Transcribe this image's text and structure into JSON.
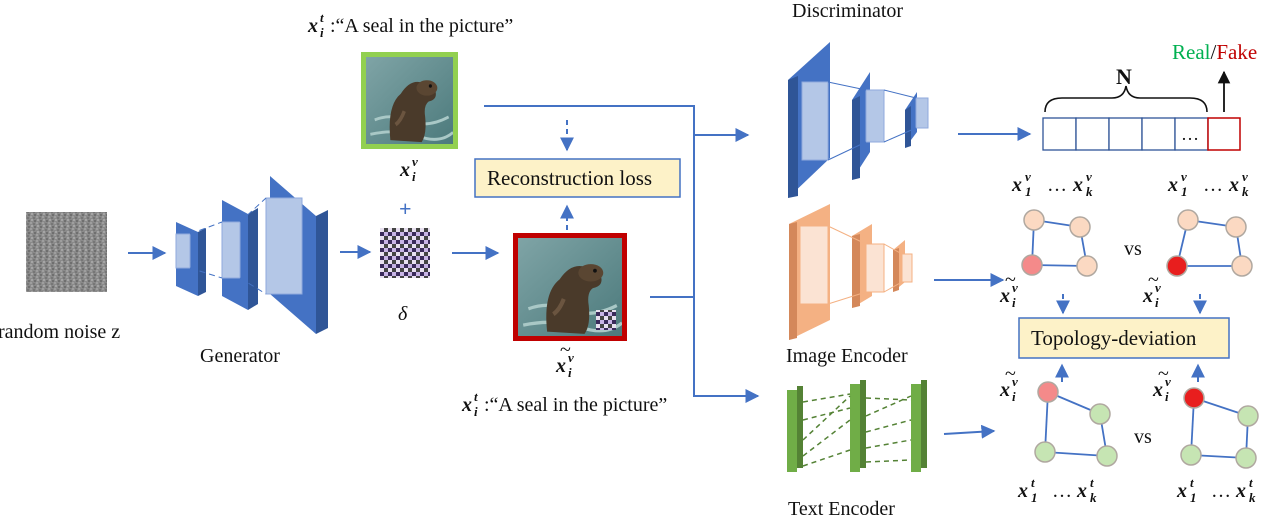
{
  "labels": {
    "noise": "random noise z",
    "generator": "Generator",
    "delta": "δ",
    "plus": "+",
    "reconstruction_loss": "Reconstruction loss",
    "discriminator": "Discriminator",
    "image_encoder": "Image Encoder",
    "text_encoder": "Text Encoder",
    "topology_deviation": "Topology-deviation",
    "real": "Real",
    "slash": "/",
    "fake": "Fake",
    "n": "N",
    "ellipsis": "…",
    "vs": "vs"
  },
  "captions": {
    "text_prefix": "x",
    "text_sup": "t",
    "text_sub": "i",
    "text_quote_top": ":“A seal in the picture”",
    "text_quote_bottom": ":“A seal in the picture”",
    "img_x": "x",
    "img_sup": "v",
    "img_sub": "i",
    "tilde": "~",
    "dots": "…",
    "sub_1": "1",
    "sub_k": "k"
  },
  "colors": {
    "blue_arrow": "#4472c4",
    "green_frame": "#92d050",
    "red_frame": "#c00000",
    "box_fill": "#fdf2c8",
    "box_stroke": "#4472c4",
    "real": "#00b050",
    "fake": "#c00000",
    "node_red": "#f48a8a",
    "node_red_strong": "#e81e1e",
    "node_peach": "#fbd9c2",
    "node_green": "#c6e5b3"
  }
}
